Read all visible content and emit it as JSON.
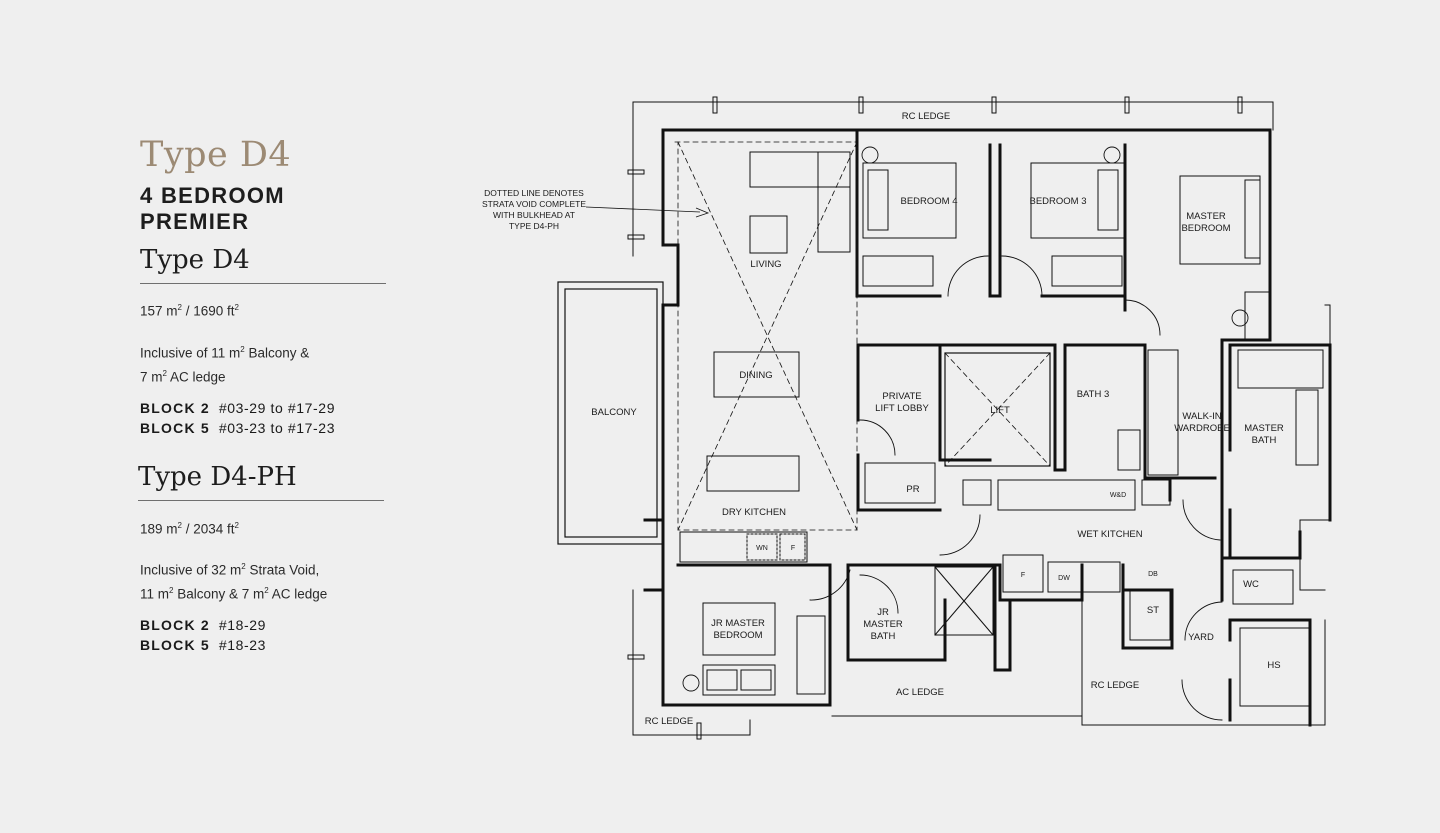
{
  "header": {
    "title": "Type D4",
    "subtitle": "4 BEDROOM PREMIER"
  },
  "types": [
    {
      "name": "Type D4",
      "area_m2": "157 m",
      "area_ft2": "1690 ft",
      "inclusive_line1": "Inclusive of 11 m",
      "inclusive_line1_tail": " Balcony &",
      "inclusive_line2": "7 m",
      "inclusive_line2_tail": " AC ledge",
      "blocks": [
        {
          "label": "BLOCK 2",
          "units": "#03-29 to #17-29"
        },
        {
          "label": "BLOCK 5",
          "units": "#03-23 to #17-23"
        }
      ]
    },
    {
      "name": "Type D4-PH",
      "area_m2": "189 m",
      "area_ft2": "2034 ft",
      "inclusive_line1": "Inclusive of 32 m",
      "inclusive_line1_tail": " Strata Void,",
      "inclusive_line2": "11 m",
      "inclusive_line2_mid": " Balcony & 7 m",
      "inclusive_line2_tail": " AC ledge",
      "blocks": [
        {
          "label": "BLOCK 2",
          "units": "#18-29"
        },
        {
          "label": "BLOCK 5",
          "units": "#18-23"
        }
      ]
    }
  ],
  "plan": {
    "rooms": {
      "rc_ledge_top": "RC LEDGE",
      "bedroom4": "BEDROOM 4",
      "bedroom3": "BEDROOM 3",
      "master_bedroom_1": "MASTER",
      "master_bedroom_2": "BEDROOM",
      "living": "LIVING",
      "dining": "DINING",
      "balcony": "BALCONY",
      "private_lift_lobby_1": "PRIVATE",
      "private_lift_lobby_2": "LIFT LOBBY",
      "lift": "LIFT",
      "bath3": "BATH 3",
      "walk_in_1": "WALK-IN",
      "walk_in_2": "WARDROBE",
      "master_bath_1": "MASTER",
      "master_bath_2": "BATH",
      "pr": "PR",
      "dry_kitchen": "DRY KITCHEN",
      "wet_kitchen": "WET KITCHEN",
      "jr_master_bedroom_1": "JR MASTER",
      "jr_master_bedroom_2": "BEDROOM",
      "jr_master_bath_1": "JR",
      "jr_master_bath_2": "MASTER",
      "jr_master_bath_3": "BATH",
      "ac_ledge": "AC LEDGE",
      "rc_ledge_bottom_left": "RC LEDGE",
      "rc_ledge_bottom_right": "RC LEDGE",
      "yard": "YARD",
      "wc": "WC",
      "hs": "HS",
      "st": "ST",
      "db": "DB"
    },
    "appliances": {
      "wn": "WN",
      "f_dry": "F",
      "f_wet": "F",
      "dw": "DW",
      "wd": "W&D"
    },
    "note": [
      "DOTTED LINE DENOTES",
      "STRATA VOID COMPLETE",
      "WITH BULKHEAD AT",
      "TYPE D4-PH"
    ]
  }
}
